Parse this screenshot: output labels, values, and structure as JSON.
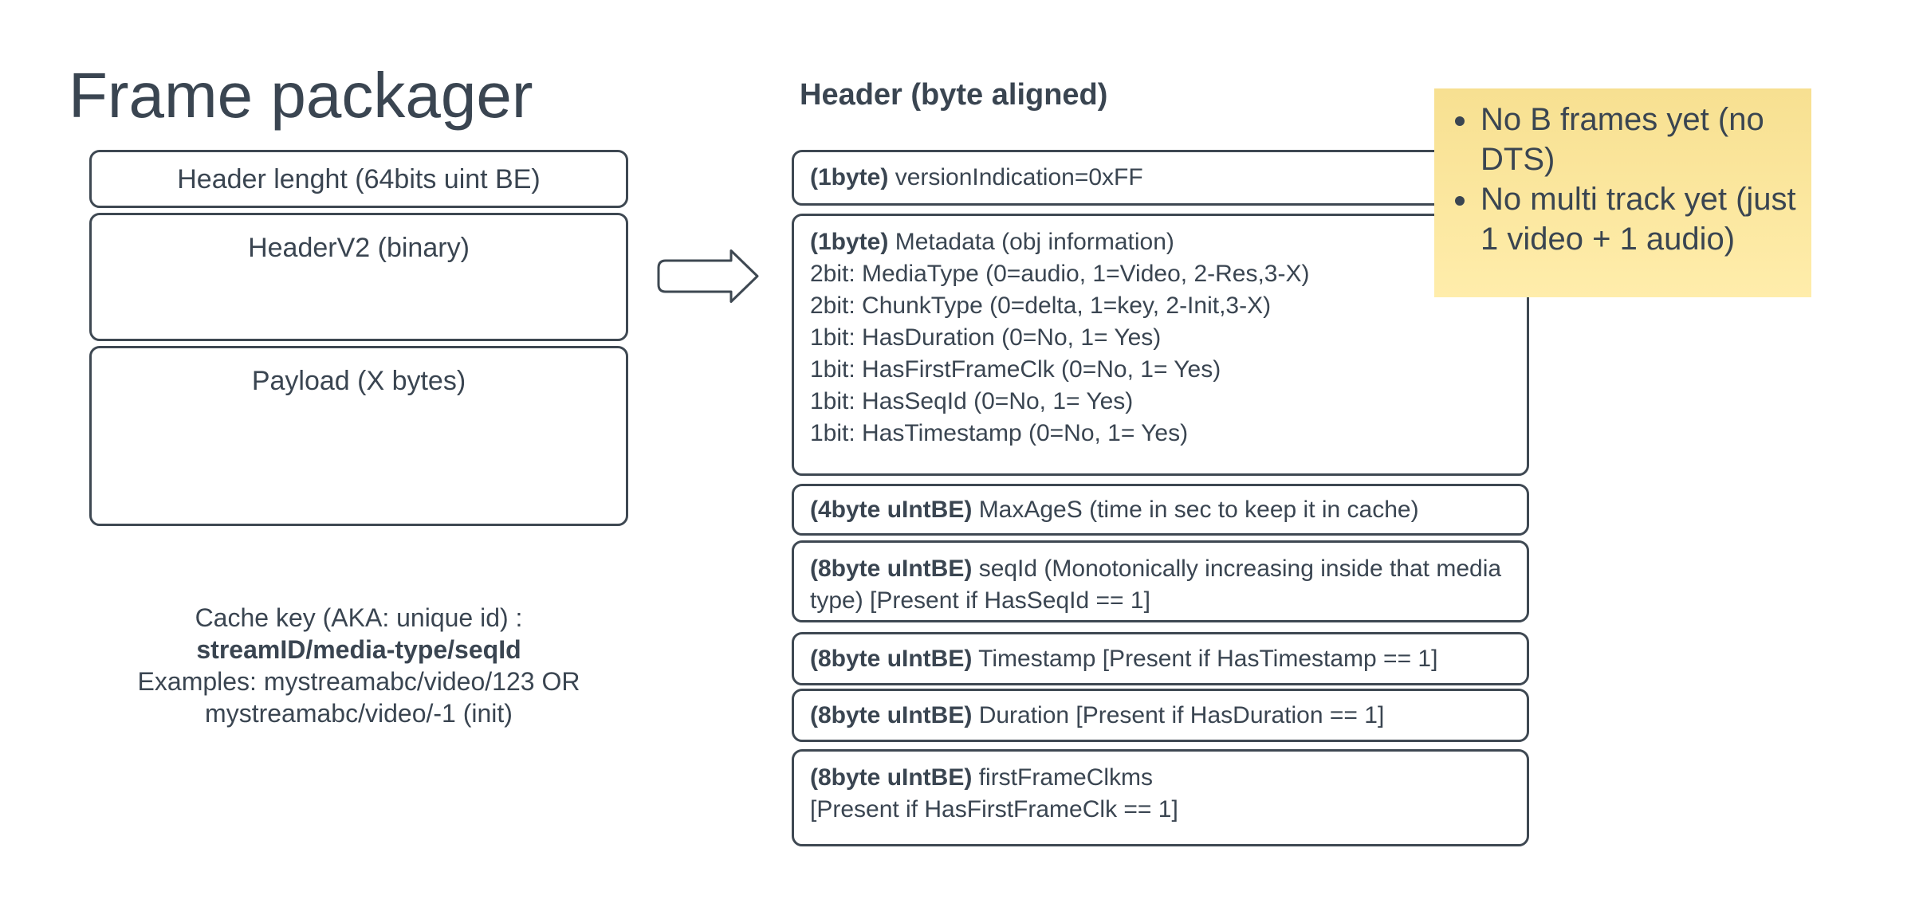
{
  "colors": {
    "ink": "#3a4551",
    "box_border": "#3e4852",
    "canvas_bg": "#ffffff",
    "sticky_top": "#f7e091",
    "sticky_bottom": "#ffedab"
  },
  "title": "Frame packager",
  "left_stack": {
    "box1": "Header lenght (64bits uint BE)",
    "box2": "HeaderV2 (binary)",
    "box3": "Payload (X bytes)"
  },
  "cache_note": {
    "line1": "Cache key (AKA: unique id) :",
    "line2": "streamID/media-type/seqId",
    "line3": "Examples: mystreamabc/video/123 OR",
    "line4": "mystreamabc/video/-1 (init)"
  },
  "header": {
    "title": "Header (byte aligned)",
    "fields": [
      {
        "size": "(1byte)",
        "desc": "versionIndication=0xFF"
      },
      {
        "size": "(1byte)",
        "desc": "Metadata (obj information)",
        "bits": [
          "2bit: MediaType (0=audio, 1=Video, 2-Res,3-X)",
          "2bit: ChunkType (0=delta, 1=key, 2-Init,3-X)",
          "1bit: HasDuration (0=No, 1= Yes)",
          "1bit: HasFirstFrameClk (0=No, 1= Yes)",
          "1bit: HasSeqId (0=No, 1= Yes)",
          "1bit: HasTimestamp (0=No, 1= Yes)"
        ]
      },
      {
        "size": "(4byte uIntBE)",
        "desc": "MaxAgeS (time in sec to keep it in cache)"
      },
      {
        "size": "(8byte uIntBE)",
        "desc": "seqId (Monotonically increasing inside that media type) [Present if HasSeqId == 1]"
      },
      {
        "size": "(8byte uIntBE)",
        "desc": "Timestamp [Present if HasTimestamp == 1]"
      },
      {
        "size": "(8byte uIntBE)",
        "desc": "Duration [Present if HasDuration == 1]"
      },
      {
        "size": "(8byte uIntBE)",
        "desc": "firstFrameClkms",
        "desc2": "[Present if HasFirstFrameClk == 1]"
      }
    ]
  },
  "sticky_note": {
    "bullets": [
      "No B frames yet (no\nDTS)",
      "No multi track yet (just\n1 video + 1 audio)"
    ]
  }
}
